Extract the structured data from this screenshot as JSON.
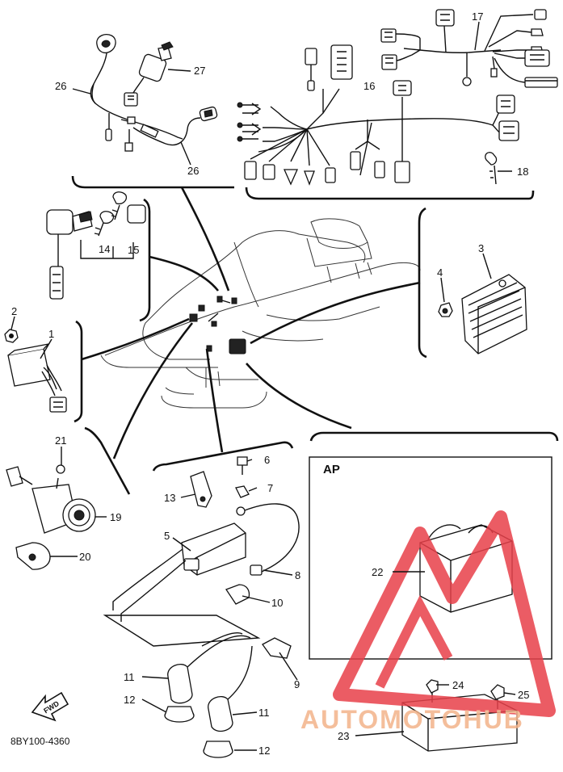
{
  "figure": {
    "code": "8BY100-4360",
    "ap_label": "AP",
    "fwd_label": "FWD",
    "watermark": "AUTOMOTOHUB"
  },
  "callouts": [
    "1",
    "2",
    "3",
    "4",
    "5",
    "6",
    "7",
    "8",
    "9",
    "10",
    "11",
    "11",
    "12",
    "12",
    "13",
    "14",
    "15",
    "16",
    "17",
    "18",
    "19",
    "20",
    "21",
    "22",
    "23",
    "24",
    "25",
    "26",
    "26",
    "27"
  ],
  "colors": {
    "ink": "#111111",
    "watermark": "#e8404a",
    "watermark_text": "#f3b38a"
  }
}
